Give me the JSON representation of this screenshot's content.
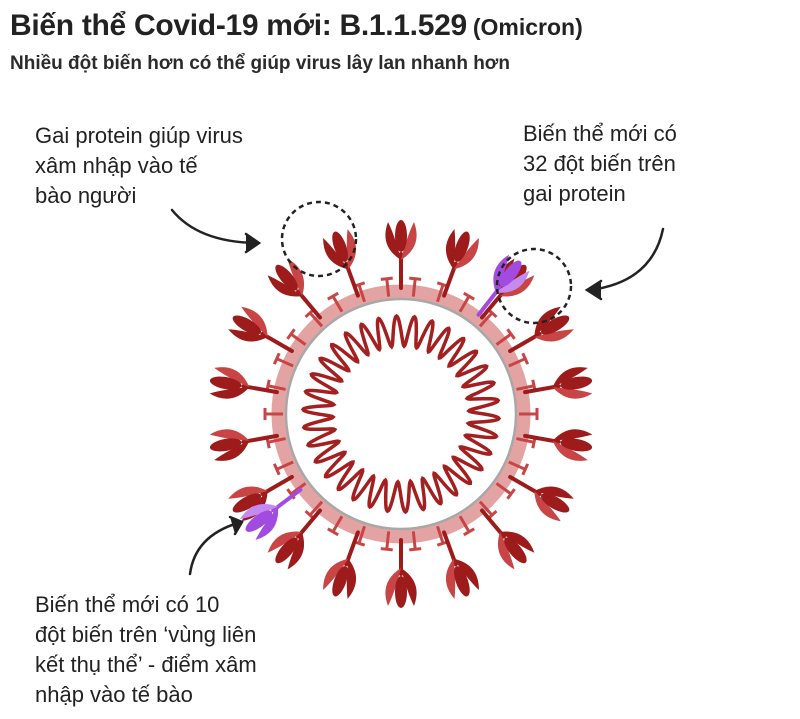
{
  "header": {
    "title": "Biến thể Covid-19 mới: B.1.1.529",
    "title_tag": "(Omicron)",
    "subtitle": "Nhiều đột biến hơn có thể giúp virus lây lan nhanh hơn"
  },
  "annotations": {
    "spike_protein": [
      "Gai protein giúp virus",
      "xâm nhập vào tế",
      "bào người"
    ],
    "spike_mutations": [
      "Biến thể mới có",
      "32 đột biến trên",
      "gai protein"
    ],
    "binding_domain": [
      "Biến thể mới có 10",
      "đột biến trên ‘vùng liên",
      "kết thụ thể’ - điểm xâm",
      "nhập vào tế bào"
    ]
  },
  "colors": {
    "spike_dark": "#9e1b1b",
    "spike_light": "#c94545",
    "membrane": "#e3a3a3",
    "membrane_line": "#a8a8a8",
    "rna": "#a41f1f",
    "mutated_spike": "#a24be0",
    "mutated_spike_light": "#c58af0",
    "arrow": "#222222",
    "highlight_circle": "#222222"
  },
  "icons": [
    "spike-protein-icon",
    "mutated-spike-icon",
    "rna-coil-icon",
    "pointer-arrow-icon"
  ]
}
